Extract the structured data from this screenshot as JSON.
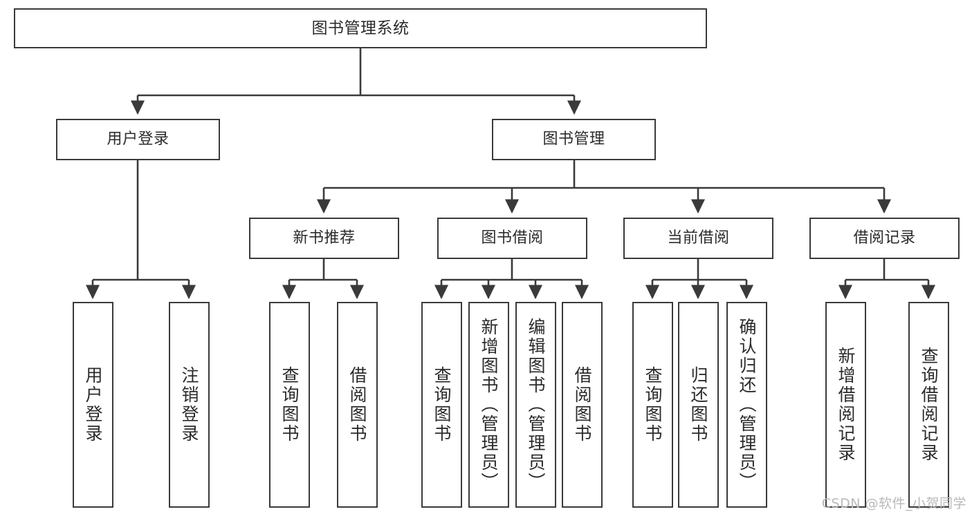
{
  "diagram": {
    "title": "图书管理系统",
    "watermark": "CSDN @软件_小贺同学",
    "colors": {
      "stroke": "#3a3a3a",
      "fill": "#ffffff",
      "text": "#2b2b2b",
      "watermark": "#b9b9b9"
    },
    "nodes": {
      "root": {
        "label": "图书管理系统"
      },
      "level2": [
        {
          "label": "用户登录"
        },
        {
          "label": "图书管理"
        }
      ],
      "level3": [
        {
          "label": "新书推荐"
        },
        {
          "label": "图书借阅"
        },
        {
          "label": "当前借阅"
        },
        {
          "label": "借阅记录"
        }
      ],
      "leaves": {
        "user_login": [
          {
            "label": "用户登录"
          },
          {
            "label": "注销登录"
          }
        ],
        "new_book": [
          {
            "label": "查询图书"
          },
          {
            "label": "借阅图书"
          }
        ],
        "book_borrow": [
          {
            "label": "查询图书"
          },
          {
            "label": "新增图书（管理员）"
          },
          {
            "label": "编辑图书（管理员）"
          },
          {
            "label": "借阅图书"
          }
        ],
        "current_borrow": [
          {
            "label": "查询图书"
          },
          {
            "label": "归还图书"
          },
          {
            "label": "确认归还（管理员）"
          }
        ],
        "borrow_record": [
          {
            "label": "新增借阅记录"
          },
          {
            "label": "查询借阅记录"
          }
        ]
      }
    }
  }
}
